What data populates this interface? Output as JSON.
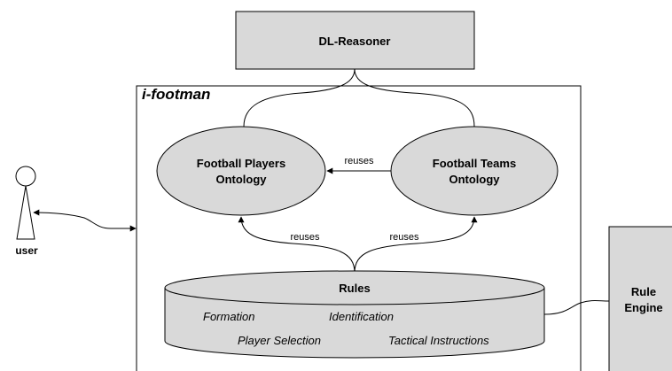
{
  "diagram": {
    "reasoner_label": "DL-Reasoner",
    "system_label": "i-footman",
    "players_ontology": {
      "line1": "Football Players",
      "line2": "Ontology"
    },
    "teams_ontology": {
      "line1": "Football Teams",
      "line2": "Ontology"
    },
    "edge_teams_players": "reuses",
    "edge_rules_players": "reuses",
    "edge_rules_teams": "reuses",
    "rules": {
      "title": "Rules",
      "items": [
        "Formation",
        "Identification",
        "Player Selection",
        "Tactical Instructions"
      ]
    },
    "user_label": "user",
    "rule_engine": {
      "line1": "Rule",
      "line2": "Engine"
    }
  },
  "colors": {
    "fill": "#d9d9d9",
    "stroke": "#000000",
    "background": "#ffffff"
  }
}
